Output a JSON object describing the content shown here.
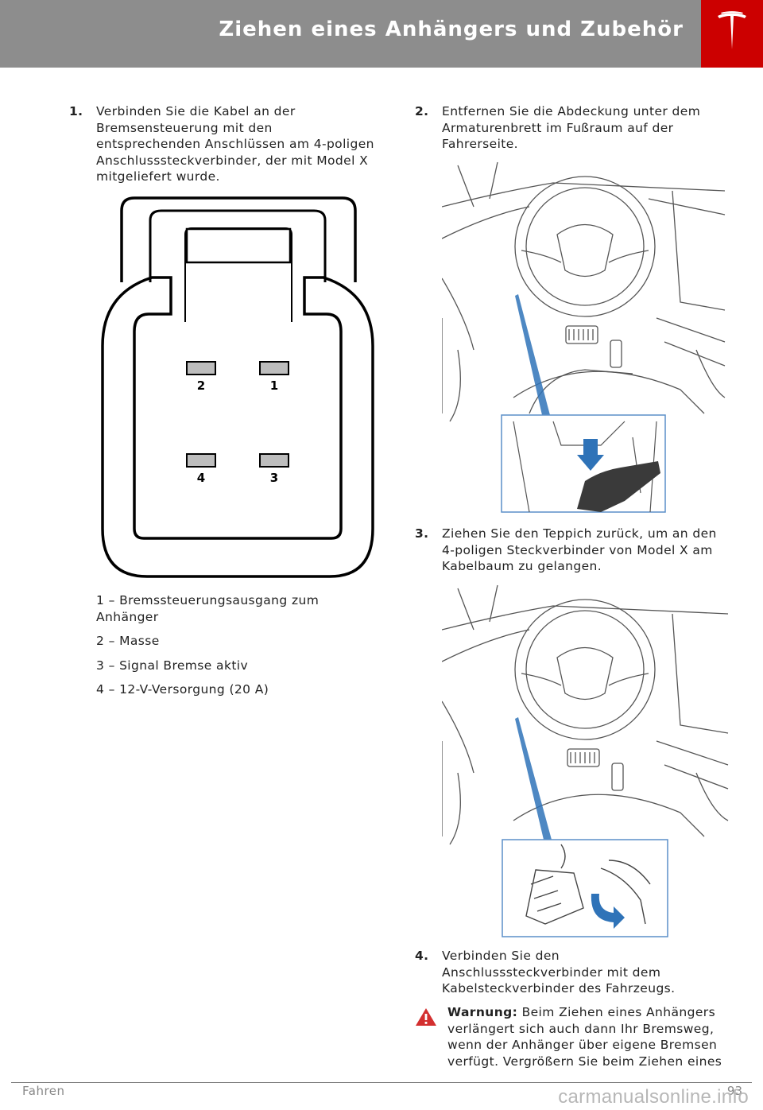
{
  "header": {
    "title": "Ziehen eines Anhängers und Zubehör"
  },
  "steps": [
    {
      "num": "1.",
      "text": "Verbinden Sie die Kabel an der Bremsensteuerung mit den entsprechenden Anschlüssen am 4-poligen Anschlusssteckverbinder, der mit Model X mitgeliefert wurde."
    },
    {
      "num": "2.",
      "text": "Entfernen Sie die Abdeckung unter dem Armaturenbrett im Fußraum auf der Fahrerseite."
    },
    {
      "num": "3.",
      "text": "Ziehen Sie den Teppich zurück, um an den 4-poligen Steckverbinder von Model X am Kabelbaum zu gelangen."
    },
    {
      "num": "4.",
      "text": "Verbinden Sie den Anschlusssteckverbinder mit dem Kabelsteckverbinder des Fahrzeugs."
    }
  ],
  "connector": {
    "pins": [
      "1",
      "2",
      "3",
      "4"
    ]
  },
  "legend": [
    "1 – Bremssteuerungsausgang zum Anhänger",
    "2 – Masse",
    "3 – Signal Bremse aktiv",
    "4 – 12-V-Versorgung (20 A)"
  ],
  "warning": {
    "label": "Warnung:",
    "text": "Beim Ziehen eines Anhängers verlängert sich auch dann Ihr Bremsweg, wenn der Anhänger über eigene Bremsen verfügt. Vergrößern Sie beim Ziehen eines"
  },
  "footer": {
    "section": "Fahren",
    "page": "93",
    "watermark": "carmanualsonline.info"
  },
  "colors": {
    "header_bg": "#8d8d8d",
    "logo_bg": "#cc0000",
    "pointer_blue": "#2f73b8",
    "warning_red": "#d32f2f"
  }
}
